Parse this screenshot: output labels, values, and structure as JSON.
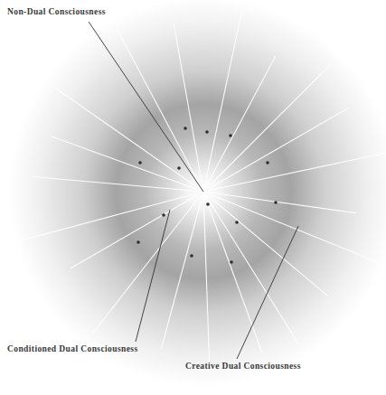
{
  "diagram": {
    "labels": [
      "Non-Dual Consciousness",
      "Conditioned Dual Consciousness",
      "Creative Dual Consciousness"
    ]
  }
}
